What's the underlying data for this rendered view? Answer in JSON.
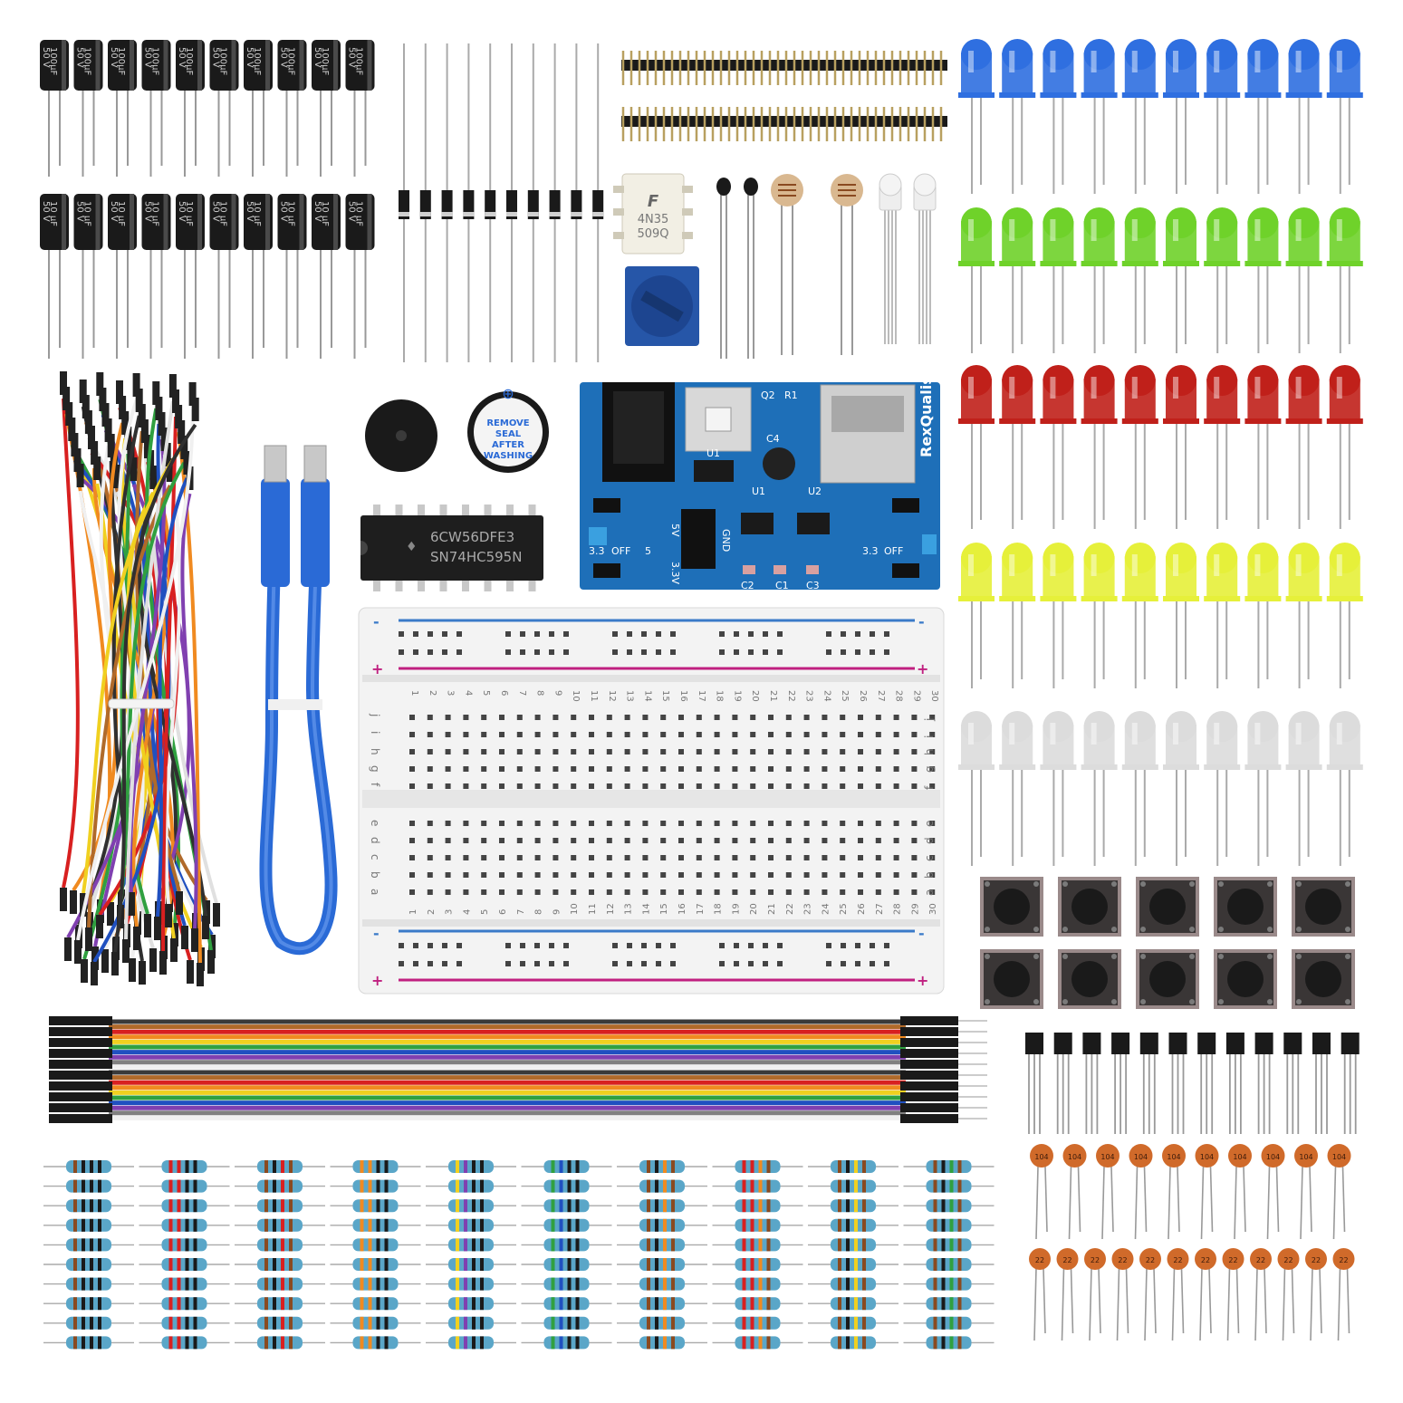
{
  "capacitor_large": {
    "value": "100µF",
    "voltage": "50 V",
    "count": 10
  },
  "capacitor_small": {
    "value": "10 µF",
    "voltage": "50 V",
    "count": 10
  },
  "diodes": {
    "count": 10
  },
  "optocoupler": {
    "logo": "F",
    "line1": "4N35",
    "line2": "509Q"
  },
  "buzzer_label": {
    "line1": "REMOVE",
    "line2": "SEAL",
    "line3": "AFTER",
    "line4": "WASHING"
  },
  "shift_register": {
    "line1": "6CW56DFE3",
    "line2": "SN74HC595N"
  },
  "power_module": {
    "brand": "RexQualis",
    "labels": {
      "q2": "Q2",
      "r1": "R1",
      "c4": "C4",
      "u1a": "U1",
      "u1b": "U1",
      "u2": "U2",
      "c1": "C1",
      "c2": "C2",
      "c3": "C3",
      "v5": "5V",
      "v33": "3.3V",
      "gnd": "GND",
      "left_33": "3.3",
      "left_off": "OFF",
      "left_5": "5",
      "right_33": "3.3",
      "right_off": "OFF"
    }
  },
  "breadboard": {
    "numbers": [
      "1",
      "2",
      "3",
      "4",
      "5",
      "6",
      "7",
      "8",
      "9",
      "10",
      "11",
      "12",
      "13",
      "14",
      "15",
      "16",
      "17",
      "18",
      "19",
      "20",
      "21",
      "22",
      "23",
      "24",
      "25",
      "26",
      "27",
      "28",
      "29",
      "30"
    ],
    "rows_top": [
      "j",
      "i",
      "h",
      "g",
      "f"
    ],
    "rows_bottom": [
      "e",
      "d",
      "c",
      "b",
      "a"
    ],
    "rail_plus": "+",
    "rail_minus": "-"
  },
  "ceramic_caps": {
    "top_code": "104",
    "bottom_code": "22",
    "top_count": 10,
    "bottom_count": 12
  },
  "colors": {
    "led_rows": [
      "#2f6fe0",
      "#6fd22a",
      "#c0201a",
      "#e6f03a",
      "#dcdcdc"
    ],
    "capacitor_body": "#1a1a1a",
    "pcb_blue": "#1e6fb8",
    "usb_cable": "#2a6ad6",
    "resistor_body": "#5aa6c8",
    "ceramic": "#d06a2a",
    "rainbow": [
      "#3a3a3a",
      "#b06a2a",
      "#d82020",
      "#f08a20",
      "#f0d020",
      "#30a040",
      "#2050c0",
      "#8040b0",
      "#808080",
      "#f0f0f0"
    ],
    "jumper_wires": [
      "#d82020",
      "#f08a20",
      "#f0d020",
      "#30a040",
      "#2050c0",
      "#8040b0",
      "#f0f0f0",
      "#303030",
      "#b06a2a",
      "#e0e0e0"
    ]
  }
}
